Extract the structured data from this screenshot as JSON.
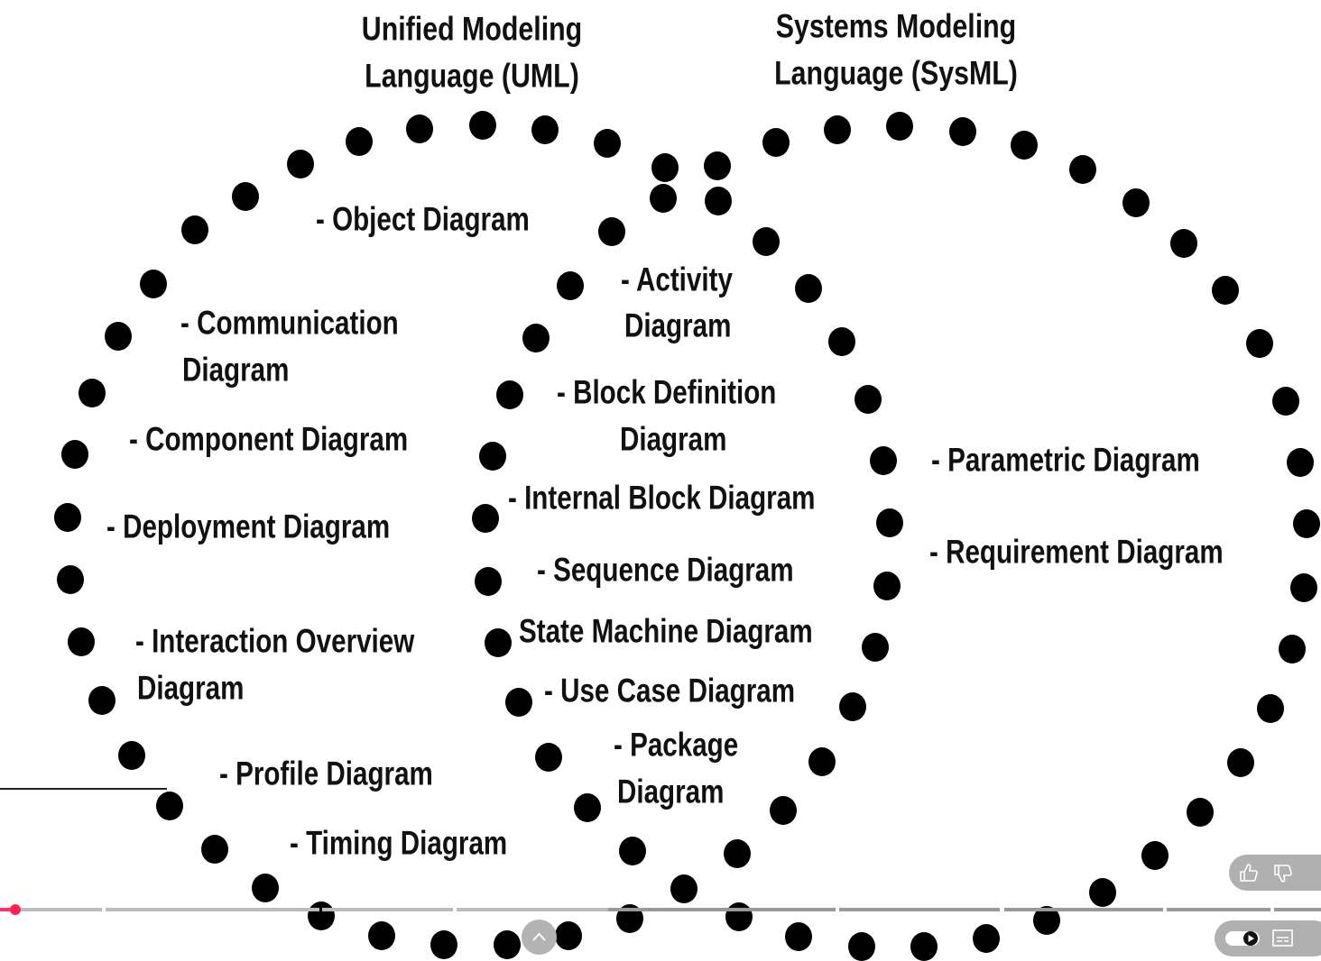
{
  "titles": {
    "uml": [
      "Unified Modeling",
      "Language (UML)"
    ],
    "sysml": [
      "Systems Modeling",
      "Language (SysML)"
    ]
  },
  "uml_only": {
    "object": "- Object Diagram",
    "communication": [
      "- Communication",
      "Diagram"
    ],
    "component": "- Component Diagram",
    "deployment": "- Deployment Diagram",
    "interaction_overview": [
      "- Interaction Overview",
      "Diagram"
    ],
    "profile": "- Profile Diagram",
    "timing": "- Timing Diagram"
  },
  "shared": {
    "activity": [
      "- Activity",
      "Diagram"
    ],
    "block_definition": [
      "- Block Definition",
      "Diagram"
    ],
    "internal_block": "- Internal Block Diagram",
    "sequence": "- Sequence Diagram",
    "state_machine": "State Machine Diagram",
    "use_case": "- Use Case Diagram",
    "package": [
      "- Package",
      "Diagram"
    ]
  },
  "sysml_only": {
    "parametric": "- Parametric Diagram",
    "requirement": "- Requirement Diagram"
  },
  "player": {
    "progress_percent": 1.2,
    "icons": [
      "thumbs-up-icon",
      "thumbs-down-icon",
      "autoplay-toggle-icon",
      "captions-icon",
      "chevron-up-icon"
    ],
    "accent": "#ff2350"
  }
}
